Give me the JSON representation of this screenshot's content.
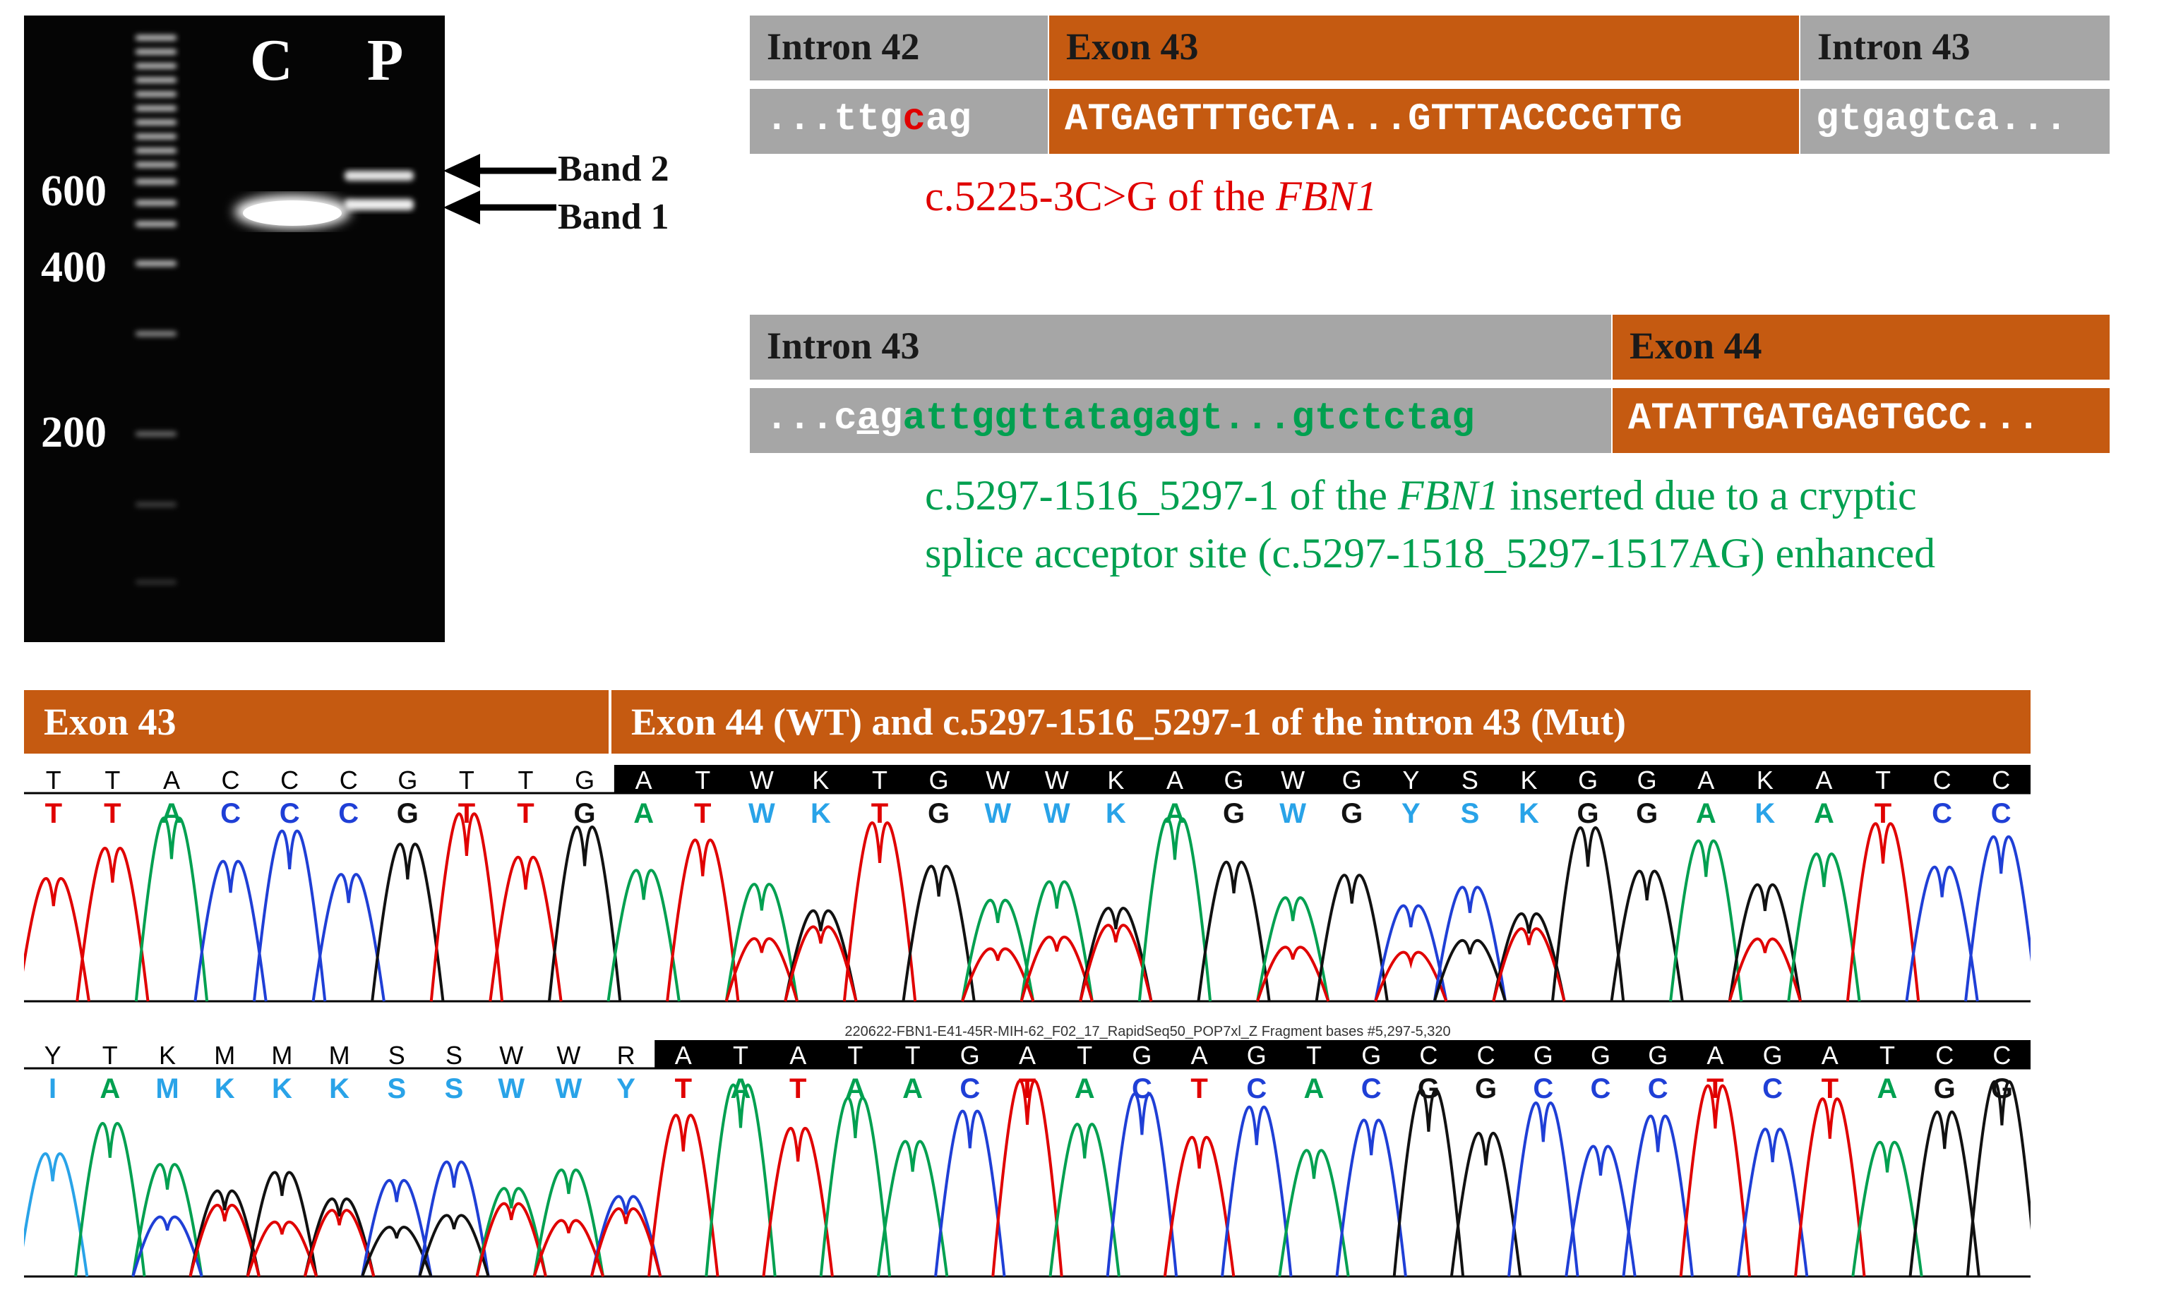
{
  "gel": {
    "lanes": [
      "C",
      "P"
    ],
    "sizes": [
      "600",
      "400",
      "200"
    ],
    "bands": [
      "Band 2",
      "Band 1"
    ]
  },
  "map1": {
    "headers": [
      "Intron 42",
      "Exon 43",
      "Intron 43"
    ],
    "intron42_pre": "...ttg",
    "intron42_mut": "c",
    "intron42_post": "ag",
    "exon43_seq": "ATGAGTTTGCTA...GTTTACCCGTTG",
    "intron43_seq": "gtgagtca...",
    "caption_a": "c.5225-3C>G",
    "caption_b": "of the",
    "caption_gene": "FBN1"
  },
  "map2": {
    "headers": [
      "Intron 43",
      "Exon 44"
    ],
    "intron_pre": "...c",
    "intron_ag": "ag",
    "intron_insert": "attggttatagagt...gtctctag",
    "exon44_seq": "ATATTGATGAGTGCC...",
    "caption1_a": "c.5297-1516_5297-1 of the",
    "caption1_gene": "FBN1",
    "caption1_b": "inserted due to a cryptic",
    "caption2": "splice acceptor site (c.5297-1518_5297-1517AG) enhanced"
  },
  "chromatogram": {
    "header_left": "Exon 43",
    "header_right": "Exon 44 (WT) and c.5297-1516_5297-1 of the intron 43 (Mut)",
    "trace1_ref": [
      "T",
      "T",
      "A",
      "C",
      "C",
      "C",
      "G",
      "T",
      "T",
      "G",
      "A",
      "T",
      "W",
      "K",
      "T",
      "G",
      "W",
      "W",
      "K",
      "A",
      "G",
      "W",
      "G",
      "Y",
      "S",
      "K",
      "G",
      "G",
      "A",
      "K",
      "A",
      "T",
      "C",
      "C"
    ],
    "trace1_call": [
      "T",
      "T",
      "A",
      "C",
      "C",
      "C",
      "G",
      "T",
      "T",
      "G",
      "A",
      "T",
      "W",
      "K",
      "T",
      "G",
      "W",
      "W",
      "K",
      "A",
      "G",
      "W",
      "G",
      "Y",
      "S",
      "K",
      "G",
      "G",
      "A",
      "K",
      "A",
      "T",
      "C",
      "C"
    ],
    "trace1_highlight_from": 10,
    "trace2_ref": [
      "Y",
      "T",
      "K",
      "M",
      "M",
      "M",
      "S",
      "S",
      "W",
      "W",
      "R",
      "A",
      "T",
      "A",
      "T",
      "T",
      "G",
      "A",
      "T",
      "G",
      "A",
      "G",
      "T",
      "G",
      "C",
      "C",
      "G",
      "G",
      "G",
      "A",
      "G",
      "A",
      "T",
      "C",
      "C"
    ],
    "trace2_call": [
      "I",
      "A",
      "M",
      "K",
      "K",
      "K",
      "S",
      "S",
      "W",
      "W",
      "Y",
      "T",
      "A",
      "T",
      "A",
      "A",
      "C",
      "T",
      "A",
      "C",
      "T",
      "C",
      "A",
      "C",
      "G",
      "G",
      "C",
      "C",
      "C",
      "T",
      "C",
      "T",
      "A",
      "G",
      "G"
    ],
    "trace2_highlight_from": 11,
    "trace2_filename": "220622-FBN1-E41-45R-MIH-62_F02_17_RapidSeq50_POP7xl_Z Fragment bases #5,297-5,320",
    "base_colors": {
      "A": "#00a050",
      "T": "#e00000",
      "C": "#1f3fd6",
      "G": "#111111",
      "ambiguous": "#29a3e8"
    }
  }
}
